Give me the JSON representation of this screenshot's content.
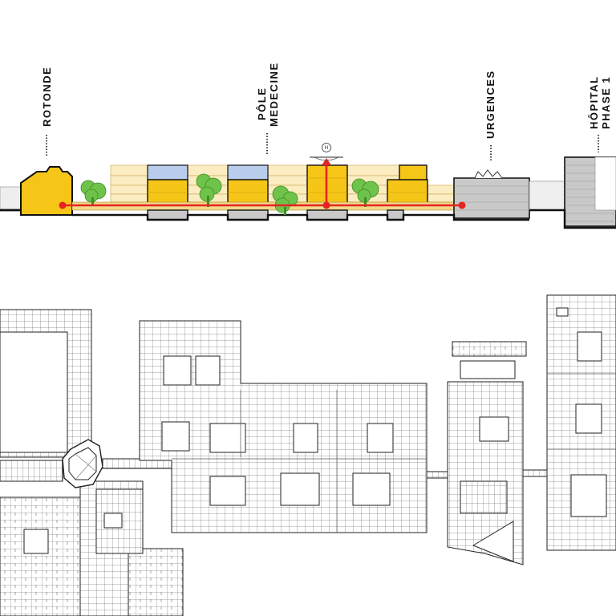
{
  "labels": {
    "rotonde": "ROTONDE",
    "pole_line1": "PÔLE",
    "pole_line2": "MEDECINE",
    "urgences": "URGENCES",
    "hopital_line1": "HÔPITAL",
    "hopital_line2": "PHASE 1",
    "heliport": "H"
  },
  "colors": {
    "program": "#f5c518",
    "circulation_red": "#e52421",
    "light_floor": "#fbedc1",
    "blue_floor": "#b9cceb",
    "existing_grey": "#c9c9c9",
    "tree_green": "#6fc24a",
    "plan_line": "#222222"
  }
}
